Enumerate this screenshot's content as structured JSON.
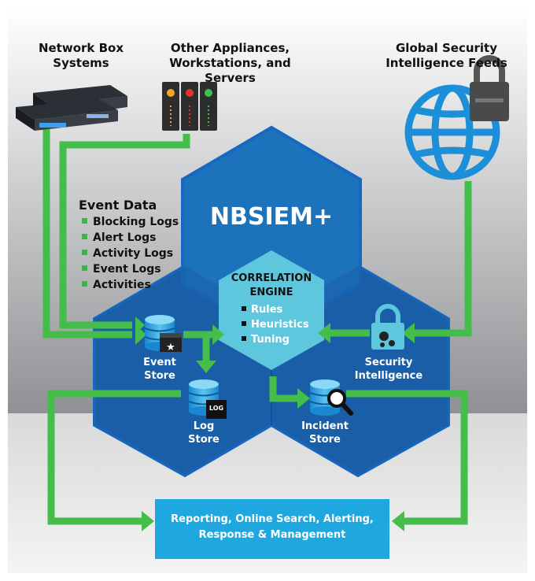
{
  "sources": {
    "network_box": "Network Box Systems",
    "appliances": "Other Appliances, Workstations, and Servers",
    "intel_feeds": "Global Security Intelligence Feeds"
  },
  "event_data": {
    "title": "Event Data",
    "items": [
      "Blocking Logs",
      "Alert Logs",
      "Activity Logs",
      "Event Logs",
      "Activities"
    ]
  },
  "product": {
    "title": "NBSIEM+"
  },
  "engine": {
    "title_line1": "CORRELATION",
    "title_line2": "ENGINE",
    "items": [
      "Rules",
      "Heuristics",
      "Tuning"
    ]
  },
  "stores": {
    "event_line1": "Event",
    "event_line2": "Store",
    "log_line1": "Log",
    "log_line2": "Store",
    "incident_line1": "Incident",
    "incident_line2": "Store",
    "security_line1": "Security",
    "security_line2": "Intelligence"
  },
  "log_badge": "LOG",
  "output": {
    "line1": "Reporting, Online Search, Alerting,",
    "line2": "Response & Management"
  },
  "colors": {
    "hex_dark": "#1b5ea8",
    "hex_light": "#1d72bc",
    "engine": "#5ec7dd",
    "arrow": "#44bd4a",
    "output_box": "#1fa7e0",
    "globe": "#1d8fd8"
  }
}
